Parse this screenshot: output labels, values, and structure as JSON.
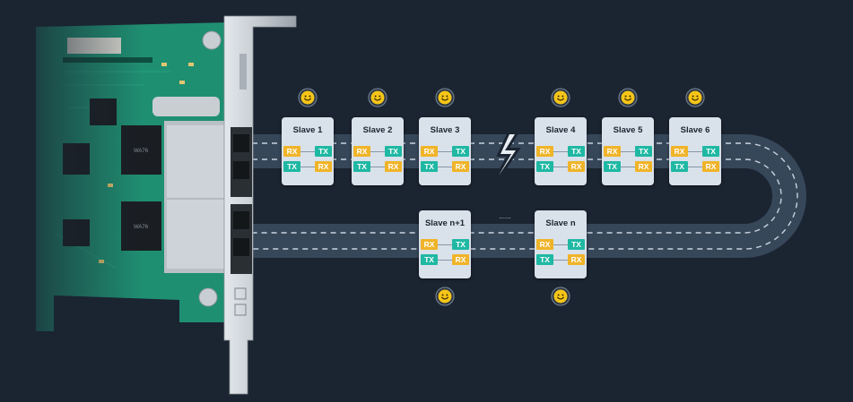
{
  "diagram": {
    "colors": {
      "background": "#1b2431",
      "track": "#37475a",
      "lane_dash": "#c9d3de",
      "slave_box": "#d9e1ea",
      "rx_port": "#f0b429",
      "tx_port": "#1fb8a3",
      "smiley": "#f5c518",
      "pcb": "#1f8f72",
      "bracket": "#c2c7cc"
    },
    "ellipsis": "......",
    "slaves_top": [
      {
        "name": "Slave 1",
        "ports": [
          [
            "RX",
            "TX"
          ],
          [
            "TX",
            "RX"
          ]
        ]
      },
      {
        "name": "Slave 2",
        "ports": [
          [
            "RX",
            "TX"
          ],
          [
            "TX",
            "RX"
          ]
        ]
      },
      {
        "name": "Slave 3",
        "ports": [
          [
            "RX",
            "TX"
          ],
          [
            "TX",
            "RX"
          ]
        ]
      },
      {
        "name": "Slave 4",
        "ports": [
          [
            "RX",
            "TX"
          ],
          [
            "TX",
            "RX"
          ]
        ]
      },
      {
        "name": "Slave 5",
        "ports": [
          [
            "RX",
            "TX"
          ],
          [
            "TX",
            "RX"
          ]
        ]
      },
      {
        "name": "Slave 6",
        "ports": [
          [
            "RX",
            "TX"
          ],
          [
            "TX",
            "RX"
          ]
        ]
      }
    ],
    "slaves_bottom": [
      {
        "name": "Slave n+1",
        "ports": [
          [
            "RX",
            "TX"
          ],
          [
            "TX",
            "RX"
          ]
        ]
      },
      {
        "name": "Slave n",
        "ports": [
          [
            "RX",
            "TX"
          ],
          [
            "TX",
            "RX"
          ]
        ]
      }
    ],
    "card_labels": {
      "silk_1": "WA76",
      "silk_2": "WA76"
    }
  }
}
